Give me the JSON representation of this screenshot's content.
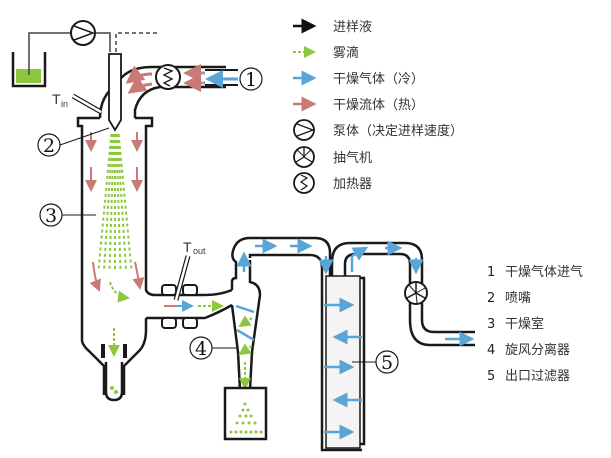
{
  "colors": {
    "feed": "#111111",
    "droplet": "#8dc63f",
    "cold": "#5aa5d8",
    "hot": "#c97a74",
    "outline": "#1a1a1a",
    "liquid": "#8dc63f"
  },
  "legend": [
    {
      "icon": "black-arrow-icon",
      "label": "进样液"
    },
    {
      "icon": "green-dashed-arrow-icon",
      "label": "雾滴"
    },
    {
      "icon": "blue-arrow-icon",
      "label": "干燥气体（冷）"
    },
    {
      "icon": "red-arrow-icon",
      "label": "干燥流体（热）"
    },
    {
      "icon": "pump-icon",
      "label": "泵体（决定进样速度）"
    },
    {
      "icon": "exhaust-fan-icon",
      "label": "抽气机"
    },
    {
      "icon": "heater-icon",
      "label": "加热器"
    }
  ],
  "parts": [
    {
      "num": "1",
      "label": "干燥气体进气"
    },
    {
      "num": "2",
      "label": "喷嘴"
    },
    {
      "num": "3",
      "label": "干燥室"
    },
    {
      "num": "4",
      "label": "旋风分离器"
    },
    {
      "num": "5",
      "label": "出口过滤器"
    }
  ],
  "callouts": {
    "c1": "①",
    "c2": "②",
    "c3": "③",
    "c4": "④",
    "c5": "⑤"
  },
  "sensors": {
    "tin_main": "T",
    "tin_sub": "in",
    "tout_main": "T",
    "tout_sub": "out"
  }
}
